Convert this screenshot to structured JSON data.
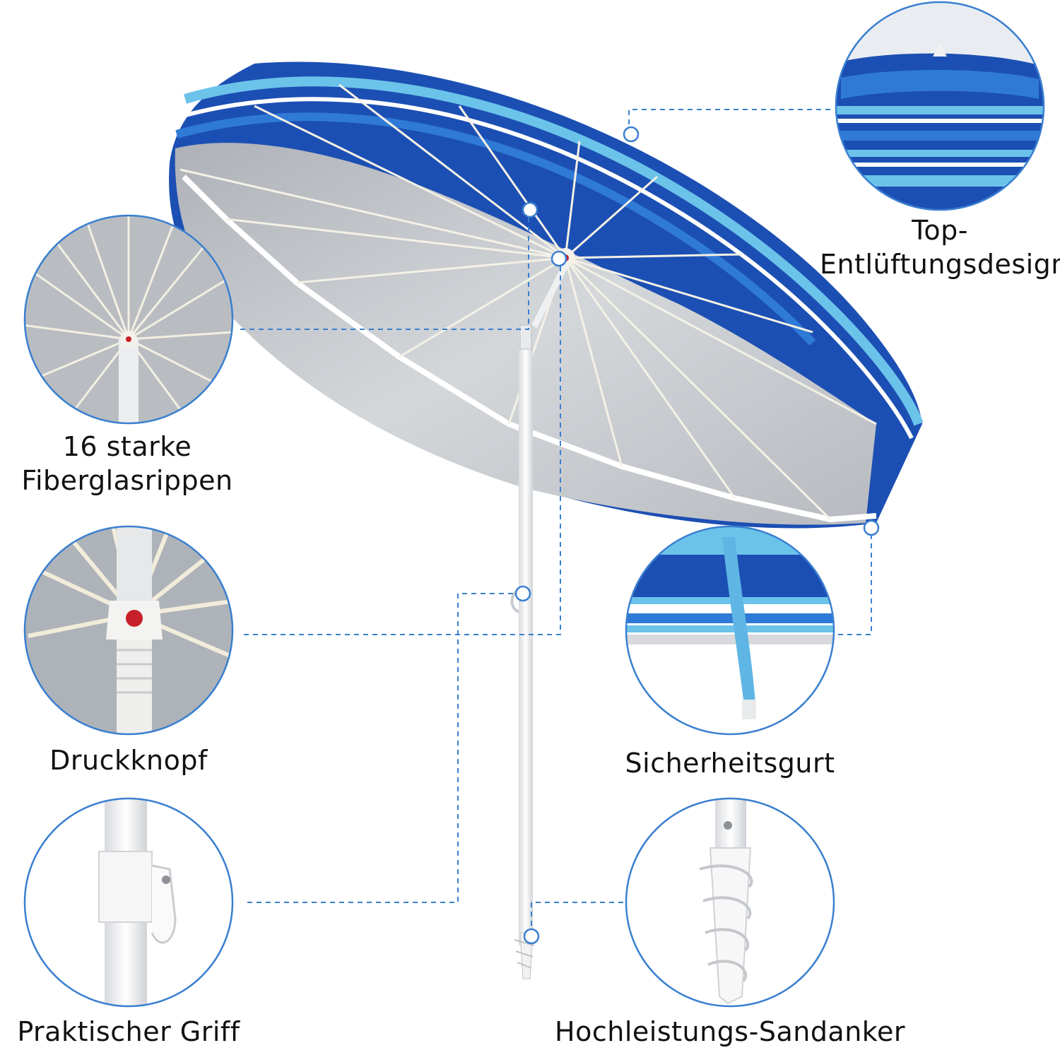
{
  "features": [
    {
      "id": "top-vent",
      "lines": [
        "Top-",
        "Entlüftungsdesign"
      ]
    },
    {
      "id": "ribs",
      "lines": [
        "16 starke",
        "Fiberglasrippen"
      ]
    },
    {
      "id": "push-button",
      "lines": [
        "Druckknopf"
      ]
    },
    {
      "id": "safety-strap",
      "lines": [
        "Sicherheitsgurt"
      ]
    },
    {
      "id": "handle",
      "lines": [
        "Praktischer Griff"
      ]
    },
    {
      "id": "sand-anchor",
      "lines": [
        "Hochleistungs-Sandanker"
      ]
    }
  ],
  "colors": {
    "accent": "#3a7fd0",
    "canopy_blue_dark": "#1c4fb3",
    "canopy_blue_mid": "#2f7ad6",
    "canopy_blue_light": "#6cc3ea",
    "underside_gray": "#c9ccd0",
    "pole": "#ffffff"
  }
}
